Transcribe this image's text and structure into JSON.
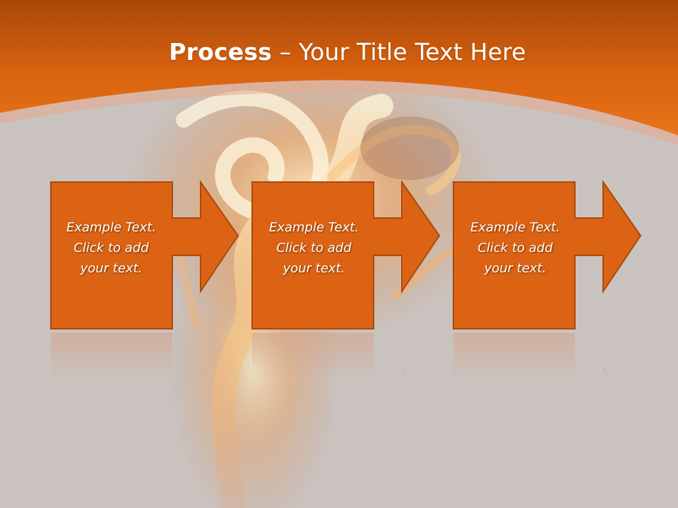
{
  "slide": {
    "title_bold": "Process",
    "title_rest": " – Your Title Text Here",
    "steps": [
      {
        "line1": "Example Text.",
        "line2": "Click  to add",
        "line3": "your text."
      },
      {
        "line1": "Example Text.",
        "line2": "Click  to add",
        "line3": "your text."
      },
      {
        "line1": "Example Text.",
        "line2": "Click  to add",
        "line3": "your text."
      }
    ]
  },
  "colors": {
    "header_orange": "#e06a12",
    "header_dark": "#b24c05",
    "box_fill": "#dc6313",
    "box_stroke": "#a84a10",
    "background_gray": "#c9c2be"
  },
  "icons": [
    "arrow-right-icon"
  ]
}
